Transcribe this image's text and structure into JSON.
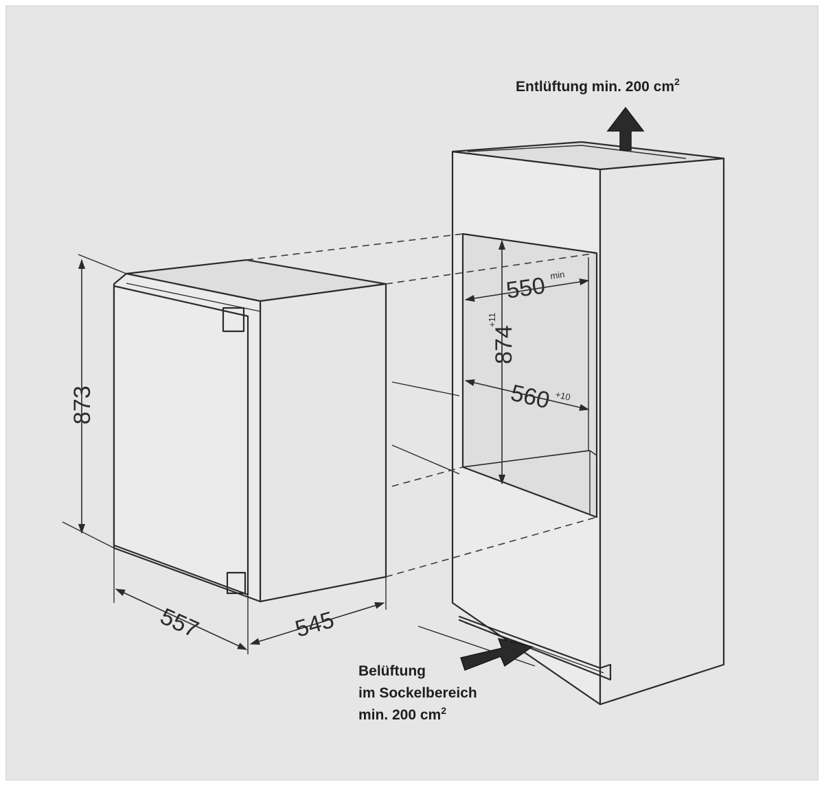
{
  "exhaust_label": {
    "text": "Entlüftung min. 200 cm",
    "sup": "2"
  },
  "intake_label": {
    "line1": "Belüftung",
    "line2": "im Sockelbereich",
    "line3": "min. 200 cm",
    "sup": "2"
  },
  "appliance_dims": {
    "height": "873",
    "width": "557",
    "depth": "545"
  },
  "niche_dims": {
    "depth": {
      "value": "550",
      "tol": "min"
    },
    "height": {
      "value": "874",
      "tol": "+11"
    },
    "width": {
      "value": "560",
      "tol": "+10"
    }
  }
}
